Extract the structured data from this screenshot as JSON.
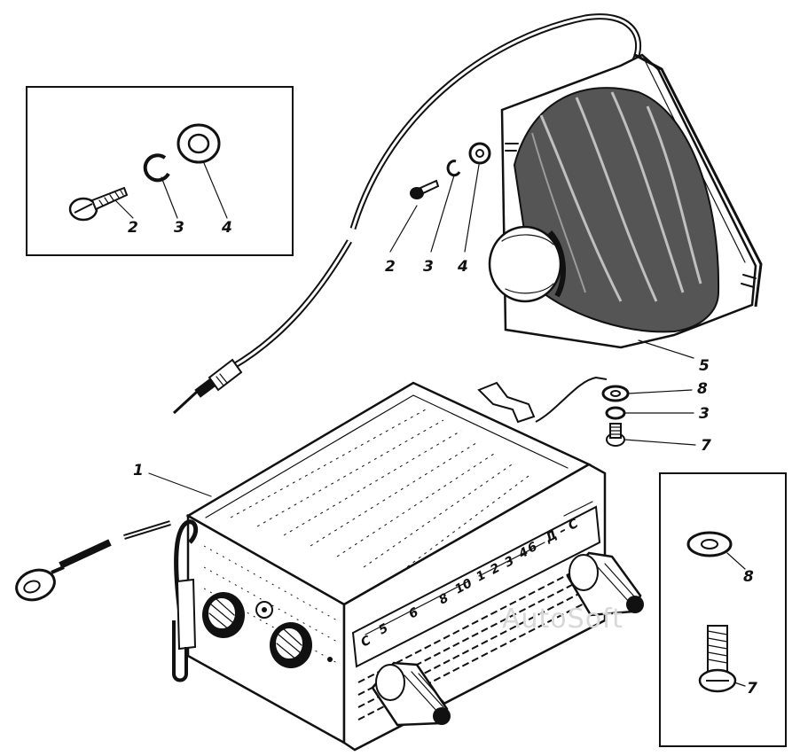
{
  "callouts": {
    "inset_left": [
      "2",
      "3",
      "4"
    ],
    "main_speaker_fasteners": [
      "2",
      "3",
      "4"
    ],
    "speaker": "5",
    "bracket_fasteners": [
      "8",
      "3",
      "7"
    ],
    "radio": "1",
    "inset_right": [
      "8",
      "7"
    ]
  },
  "dial": {
    "left_band_marks": [
      "C",
      "5",
      "6",
      "8",
      "10"
    ],
    "right_band_marks": [
      "1",
      "2",
      "3",
      "4",
      "6"
    ],
    "band_switch": "Д – С"
  },
  "watermark": "AutoSoft",
  "colors": {
    "ink": "#111111",
    "paper": "#ffffff"
  },
  "icons": [
    "screw-icon",
    "split-washer-icon",
    "flat-washer-icon",
    "speaker-icon",
    "antenna-cable-icon",
    "radio-receiver-icon",
    "knob-icon"
  ]
}
